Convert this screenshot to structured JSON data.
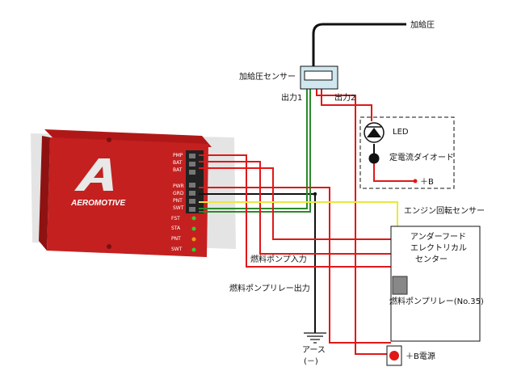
{
  "labels": {
    "boost_pressure": "加給圧",
    "boost_sensor": "加給圧センサー",
    "output1": "出力1",
    "output2": "出力2",
    "led": "LED",
    "const_diode": "定電流ダイオード",
    "plus_b": "＋B",
    "engine_sensor": "エンジン回転センサー",
    "ecu_line1": "アンダーフード",
    "ecu_line2": "エレクトリカル",
    "ecu_line3": "センター",
    "pump_input": "燃料ポンプ入力",
    "pump_relay_output": "燃料ポンプリレー出力",
    "pump_relay": "燃料ポンプリレー(No.35)",
    "ground_line1": "アース",
    "ground_line2": "(－)",
    "b_power": "＋B電源"
  },
  "controller": {
    "brand": "AEROMOTIVE",
    "pins_top": [
      "PMP",
      "BAT",
      "BAT"
    ],
    "pins_mid": [
      "PWR",
      "GRD",
      "PNT",
      "SWT"
    ],
    "pins_led": [
      "FST",
      "STA",
      "PNT",
      "SWT"
    ]
  },
  "colors": {
    "red_wire": "#e01818",
    "green_wire": "#2a8a2a",
    "black_wire": "#111111",
    "yellow_wire": "#e8e840",
    "controller_body": "#c42020",
    "sensor_fill": "#cfe8f0"
  }
}
